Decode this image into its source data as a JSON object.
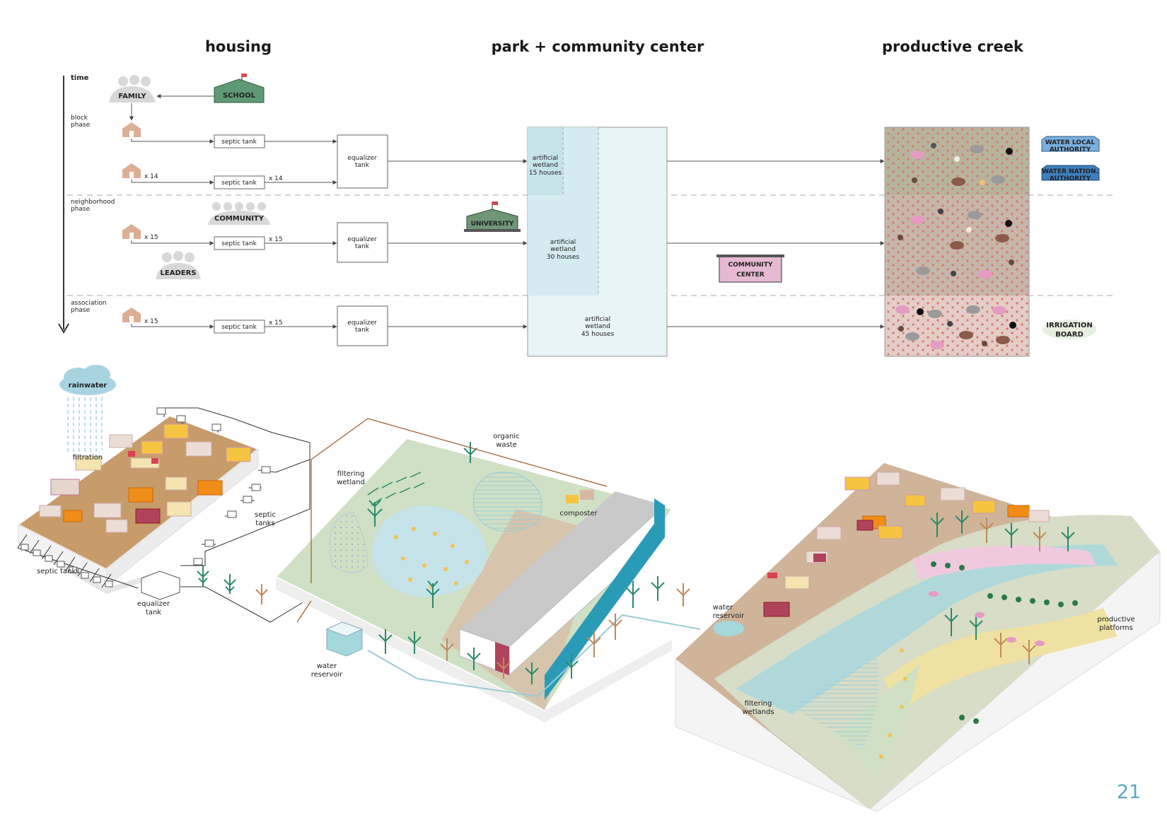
{
  "headers": {
    "housing": "housing",
    "park": "park + community center",
    "creek": "productive creek"
  },
  "timeline": {
    "time": "time",
    "block_phase": [
      "block",
      "phase"
    ],
    "neighborhood_phase": [
      "neighborhood",
      "phase"
    ],
    "association_phase": [
      "association",
      "phase"
    ]
  },
  "actors": {
    "family": "FAMILY",
    "school": "SCHOOL",
    "community": "COMMUNITY",
    "leaders": "LEADERS",
    "university": "UNIVERSITY",
    "community_center": [
      "COMMUNITY",
      "CENTER"
    ],
    "water_local_authority": [
      "WATER LOCAL",
      "AUTHORITY"
    ],
    "water_nation_authority": [
      "WATER NATION.",
      "AUTHORITY"
    ],
    "irrigation_board": [
      "IRRIGATION",
      "BOARD"
    ]
  },
  "flow": {
    "septic_tank": "septic tank",
    "equalizer_tank": [
      "equalizer",
      "tank"
    ],
    "mult_14": "x 14",
    "mult_15": "x 15",
    "wetland_15": [
      "artificial",
      "wetland",
      "15 houses"
    ],
    "wetland_30": [
      "artificial",
      "wetland",
      "30 houses"
    ],
    "wetland_45": [
      "artificial",
      "wetland",
      "45 houses"
    ]
  },
  "illustration": {
    "rainwater": "rainwater",
    "filtration": "filtration",
    "septic_tanks_right": [
      "septic",
      "tanks"
    ],
    "septic_tanks_bottom": "septic tanks",
    "equalizer_tank": [
      "equalizer",
      "tank"
    ],
    "organic_waste": [
      "organic",
      "waste"
    ],
    "filtering_wetland": [
      "filtering",
      "wetland"
    ],
    "composter": "composter",
    "water_reservoir_mid": [
      "water",
      "reservoir"
    ],
    "water_reservoir_right": [
      "water",
      "reservoir"
    ],
    "productive_platforms": [
      "productive",
      "platforms"
    ],
    "filtering_wetlands": [
      "filtering",
      "wetlands"
    ]
  },
  "page_number": "21",
  "colors": {
    "school_green": "#5f9a74",
    "university_green": "#6e9677",
    "wetland_blue": "#e3f1f4",
    "creek_bg": "#b9b3a0",
    "community_center_pink": "#e6b9d3",
    "authority_blue": "#7ab0df",
    "house_tan": "#dcae95",
    "terrain_tan": "#c79b6a",
    "reservoir_cyan": "#a4d8dc"
  }
}
